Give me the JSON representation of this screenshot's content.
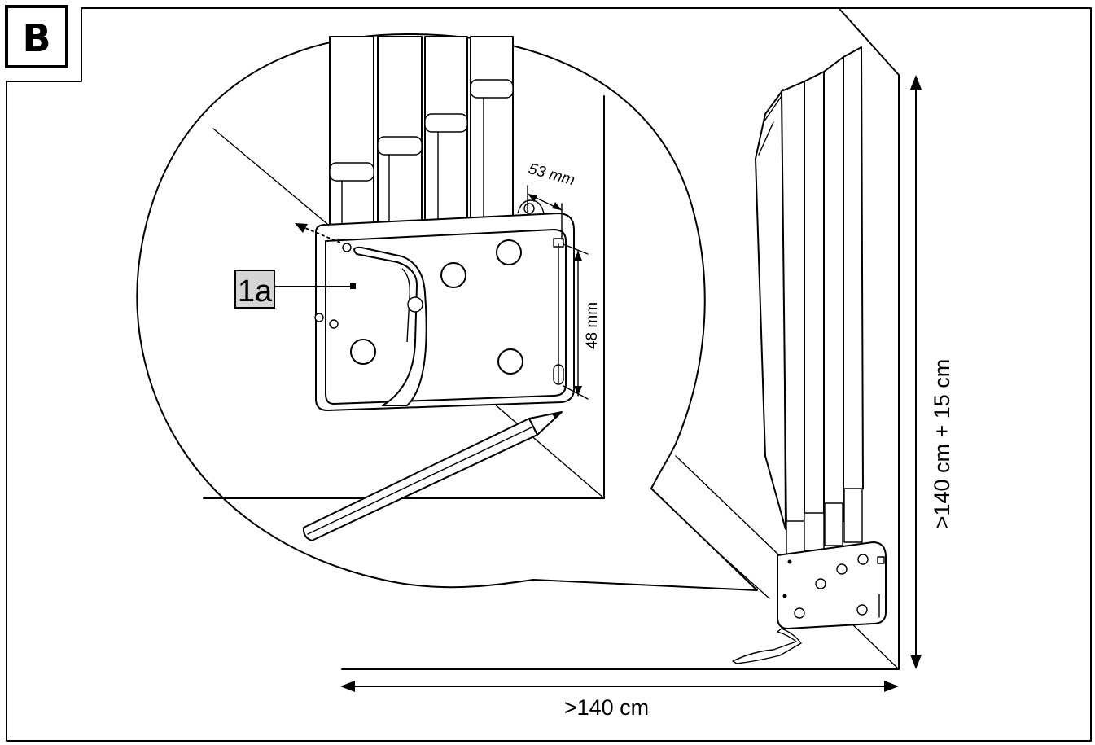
{
  "figure": {
    "step_label": "B",
    "part_label": "1a",
    "dimensions": {
      "hole_spacing_width": "53 mm",
      "hole_spacing_height": "48 mm",
      "min_height": ">140 cm + 15 cm",
      "min_width": ">140 cm"
    }
  }
}
